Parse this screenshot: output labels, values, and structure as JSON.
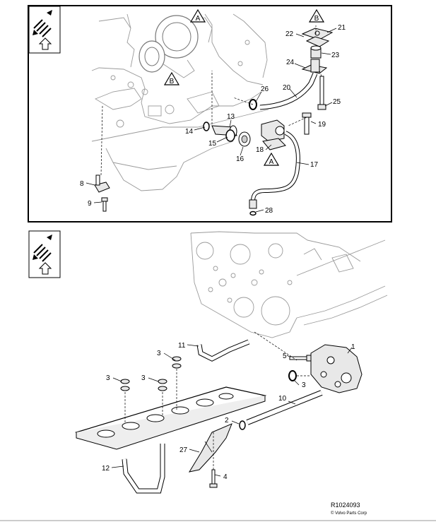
{
  "callouts_top": [
    "A",
    "B",
    "B",
    "A"
  ],
  "top_labels": {
    "l8": "8",
    "l9": "9",
    "l13": "13",
    "l14": "14",
    "l15": "15",
    "l16": "16",
    "l17": "17",
    "l18": "18",
    "l19": "19",
    "l20": "20",
    "l21": "21",
    "l22": "22",
    "l23": "23",
    "l24": "24",
    "l25": "25",
    "l26": "26",
    "l28": "28"
  },
  "bottom_labels": {
    "l1": "1",
    "l2": "2",
    "l3a": "3",
    "l3b": "3",
    "l3c": "3",
    "l3d": "3",
    "l4": "4",
    "l5": "5",
    "l10": "10",
    "l11": "11",
    "l12": "12",
    "l27": "27"
  },
  "reference_number": "R1024093",
  "copyright": "© Volvo Parts Corp",
  "icons": [
    "exploded-view-icon",
    "up-arrow-icon"
  ]
}
